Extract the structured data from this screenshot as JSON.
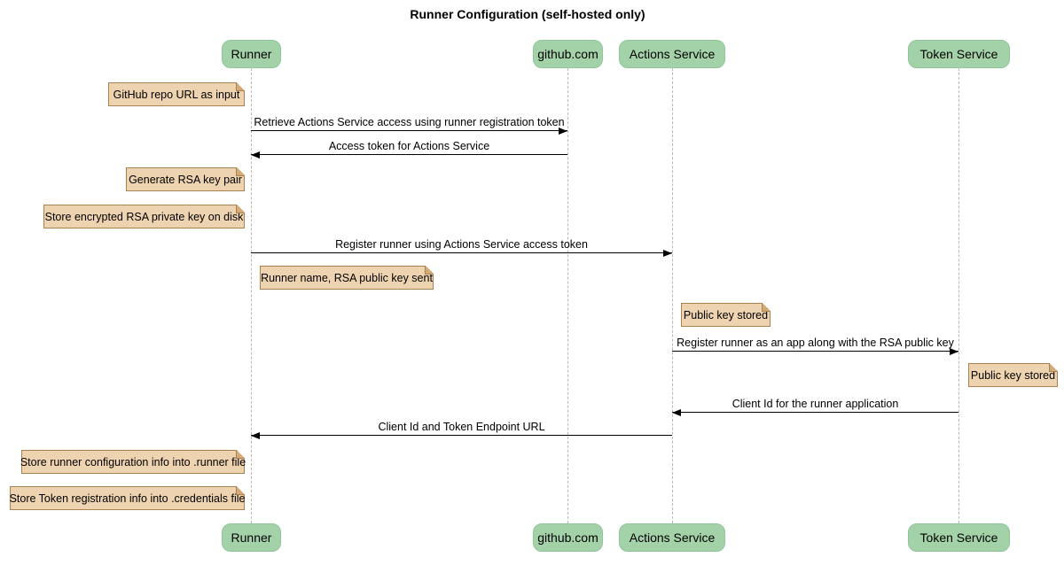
{
  "title": "Runner Configuration (self-hosted only)",
  "diagram_type": "sequence",
  "colors": {
    "background": "#ffffff",
    "participant_fill": "#a3d2a8",
    "participant_border": "#8ec69a",
    "note_fill": "#eed3b0",
    "note_border": "#a9824f",
    "lifeline": "#b8b8b8",
    "message_line": "#000000",
    "text": "#000000"
  },
  "participants": [
    {
      "label": "Runner"
    },
    {
      "label": "github.com"
    },
    {
      "label": "Actions Service"
    },
    {
      "label": "Token Service"
    }
  ],
  "messages": [
    {
      "from": "Runner",
      "to": "github.com",
      "label": "Retrieve Actions Service access using runner registration token"
    },
    {
      "from": "github.com",
      "to": "Runner",
      "label": "Access token for Actions Service"
    },
    {
      "from": "Runner",
      "to": "Actions Service",
      "label": "Register runner using Actions Service access token"
    },
    {
      "from": "Actions Service",
      "to": "Token Service",
      "label": "Register runner as an app along with the RSA public key"
    },
    {
      "from": "Token Service",
      "to": "Actions Service",
      "label": "Client Id for the runner application"
    },
    {
      "from": "Actions Service",
      "to": "Runner",
      "label": "Client Id and Token Endpoint URL"
    }
  ],
  "notes": [
    {
      "actor": "Runner",
      "side": "left",
      "label": "GitHub repo URL as input"
    },
    {
      "actor": "Runner",
      "side": "left",
      "label": "Generate RSA key pair"
    },
    {
      "actor": "Runner",
      "side": "left",
      "label": "Store encrypted RSA private key on disk"
    },
    {
      "actor": "Runner",
      "side": "right",
      "label": "Runner name, RSA public key sent"
    },
    {
      "actor": "Actions Service",
      "side": "right",
      "label": "Public key stored"
    },
    {
      "actor": "Token Service",
      "side": "right",
      "label": "Public key stored"
    },
    {
      "actor": "Runner",
      "side": "left",
      "label": "Store runner configuration info into .runner file"
    },
    {
      "actor": "Runner",
      "side": "left",
      "label": "Store Token registration info into .credentials file"
    }
  ]
}
